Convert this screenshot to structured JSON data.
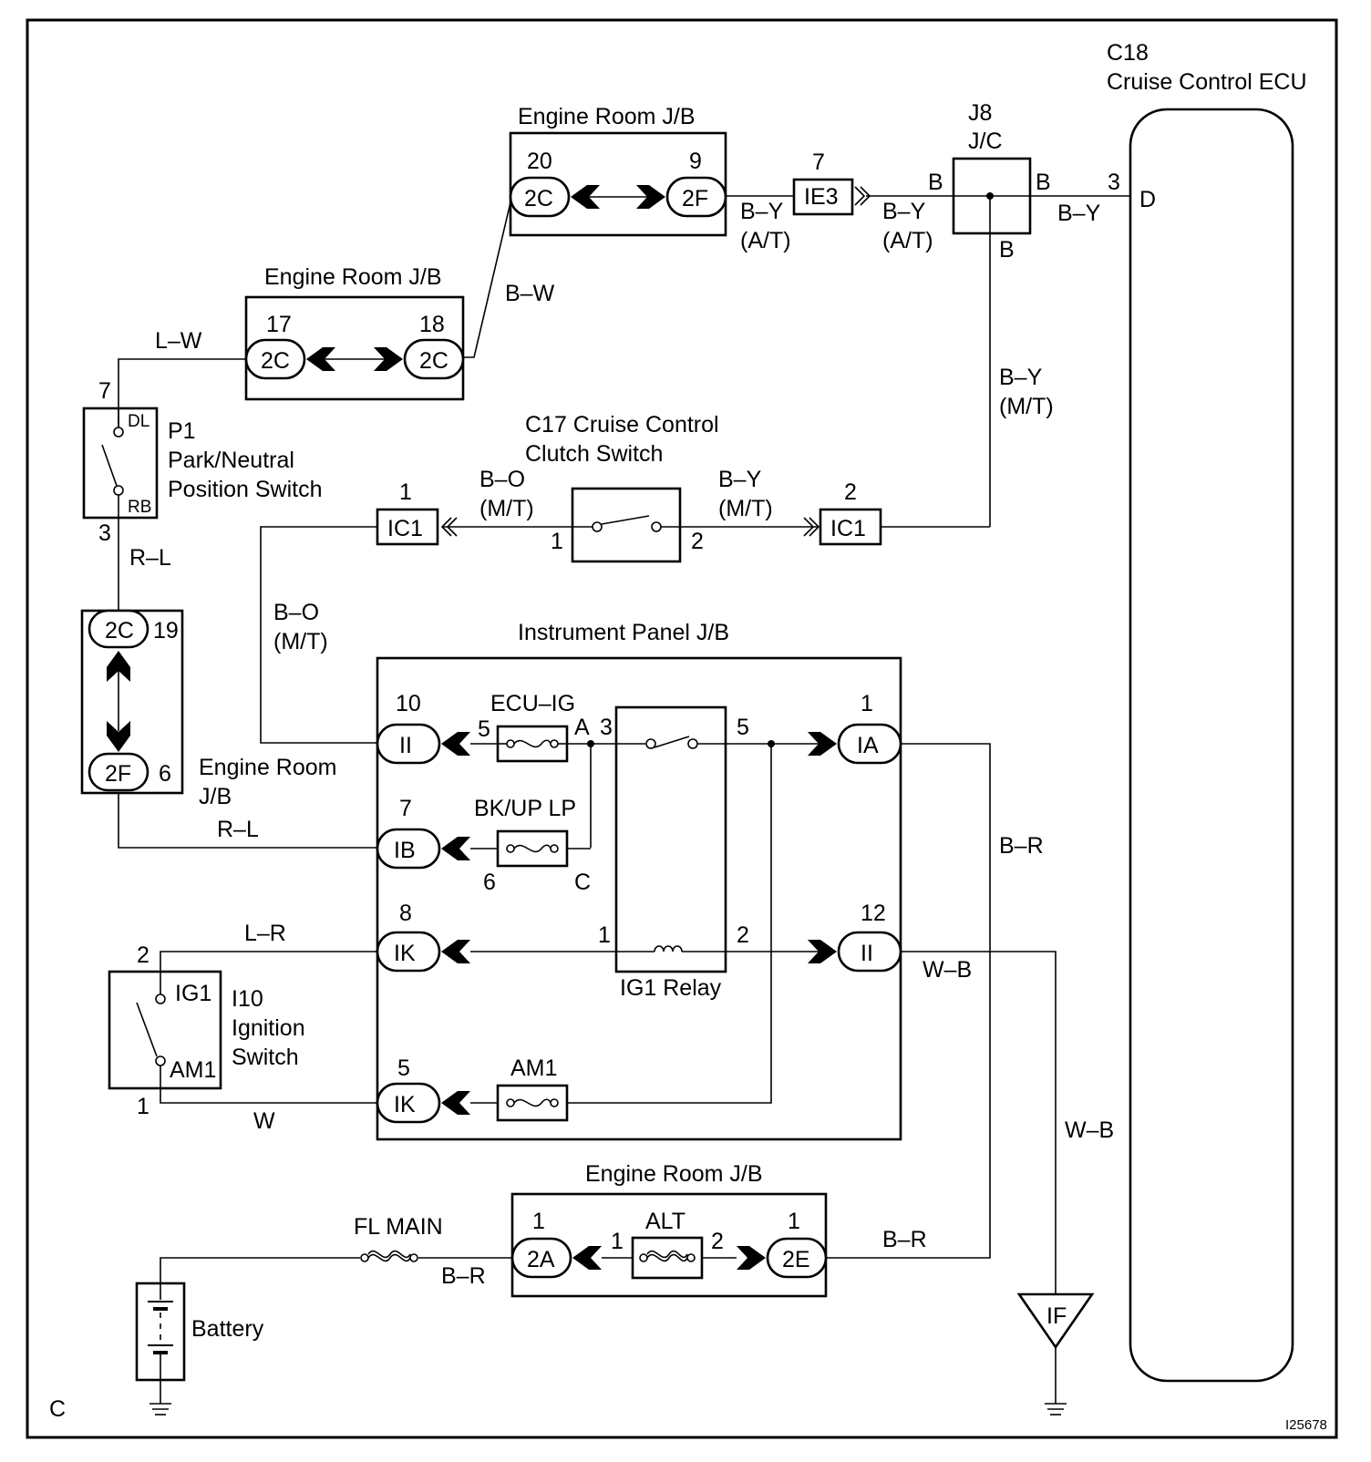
{
  "ecu": {
    "id": "C18",
    "name": "Cruise Control ECU",
    "pin_num": "3",
    "pin_label": "D",
    "wire": "B–Y"
  },
  "jc": {
    "id": "J8",
    "name": "J/C",
    "left": "B",
    "right": "B",
    "bottom": "B"
  },
  "erjb_top": {
    "title": "Engine Room J/B",
    "pin_left": "20",
    "conn_left": "2C",
    "pin_right": "9",
    "conn_right": "2F"
  },
  "erjb_mid": {
    "title": "Engine Room J/B",
    "pin_left": "17",
    "conn_left": "2C",
    "pin_right": "18",
    "conn_right": "2C"
  },
  "erjb_side": {
    "title_line1": "Engine Room",
    "title_line2": "J/B",
    "conn_top": "2C",
    "pin_top": "19",
    "conn_bottom": "2F",
    "pin_bottom": "6"
  },
  "erjb_bottom": {
    "title": "Engine Room J/B",
    "fuse": "ALT",
    "pin_left": "1",
    "conn_left": "2A",
    "pin_right": "1",
    "conn_right": "2E",
    "fuse_pin_in": "1",
    "fuse_pin_out": "2"
  },
  "ie3": {
    "pin": "7",
    "label": "IE3"
  },
  "wires": {
    "by_at_1": "B–Y",
    "at_1": "(A/T)",
    "by_at_2": "B–Y",
    "at_2": "(A/T)",
    "bw": "B–W",
    "lw": "L–W",
    "by_mt": "B–Y",
    "mt_1": "(M/T)",
    "bo_mt_left": "B–O",
    "mt_2": "(M/T)",
    "by_mt_clutch": "B–Y",
    "mt_3": "(M/T)",
    "bo_mt_side": "B–O",
    "mt_4": "(M/T)",
    "rl_1": "R–L",
    "rl_2": "R–L",
    "lr": "L–R",
    "w": "W",
    "br_1": "B–R",
    "wb_1": "W–B",
    "wb_2": "W–B",
    "br_2": "B–R",
    "br_3": "B–R"
  },
  "p1": {
    "pin_top": "7",
    "pin_bottom": "3",
    "term_top": "DL",
    "term_bottom": "RB",
    "id": "P1",
    "name_line1": "Park/Neutral",
    "name_line2": "Position Switch"
  },
  "c17": {
    "title_line1": "C17 Cruise Control",
    "title_line2": "Clutch Switch",
    "pin_left": "1",
    "pin_right": "2"
  },
  "ic1_left": {
    "pin": "1",
    "label": "IC1"
  },
  "ic1_right": {
    "pin": "2",
    "label": "IC1"
  },
  "ipjb": {
    "title": "Instrument Panel J/B",
    "conn_ii_top_pin": "10",
    "conn_ii_top": "II",
    "fuse_ecu": "ECU–IG",
    "ecu_pin": "5",
    "ecu_a": "A",
    "relay_sw_in": "3",
    "relay_sw_out": "5",
    "conn_ia_pin": "1",
    "conn_ia": "IA",
    "conn_ib_pin": "7",
    "conn_ib": "IB",
    "fuse_bk": "BK/UP LP",
    "bk_pin": "6",
    "bk_c": "C",
    "conn_ik_top_pin": "8",
    "conn_ik_top": "IK",
    "coil_in": "1",
    "coil_out": "2",
    "conn_ii_bottom_pin": "12",
    "conn_ii_bottom": "II",
    "relay": "IG1 Relay",
    "conn_ik_bottom_pin": "5",
    "conn_ik_bottom": "IK",
    "fuse_am1": "AM1"
  },
  "i10": {
    "pin_top": "2",
    "pin_bottom": "1",
    "term_top": "IG1",
    "term_bottom": "AM1",
    "id": "I10",
    "name_line1": "Ignition",
    "name_line2": "Switch"
  },
  "fl_main": "FL MAIN",
  "battery": "Battery",
  "ground_if": "IF",
  "corner_label": "C",
  "figure_id": "I25678"
}
